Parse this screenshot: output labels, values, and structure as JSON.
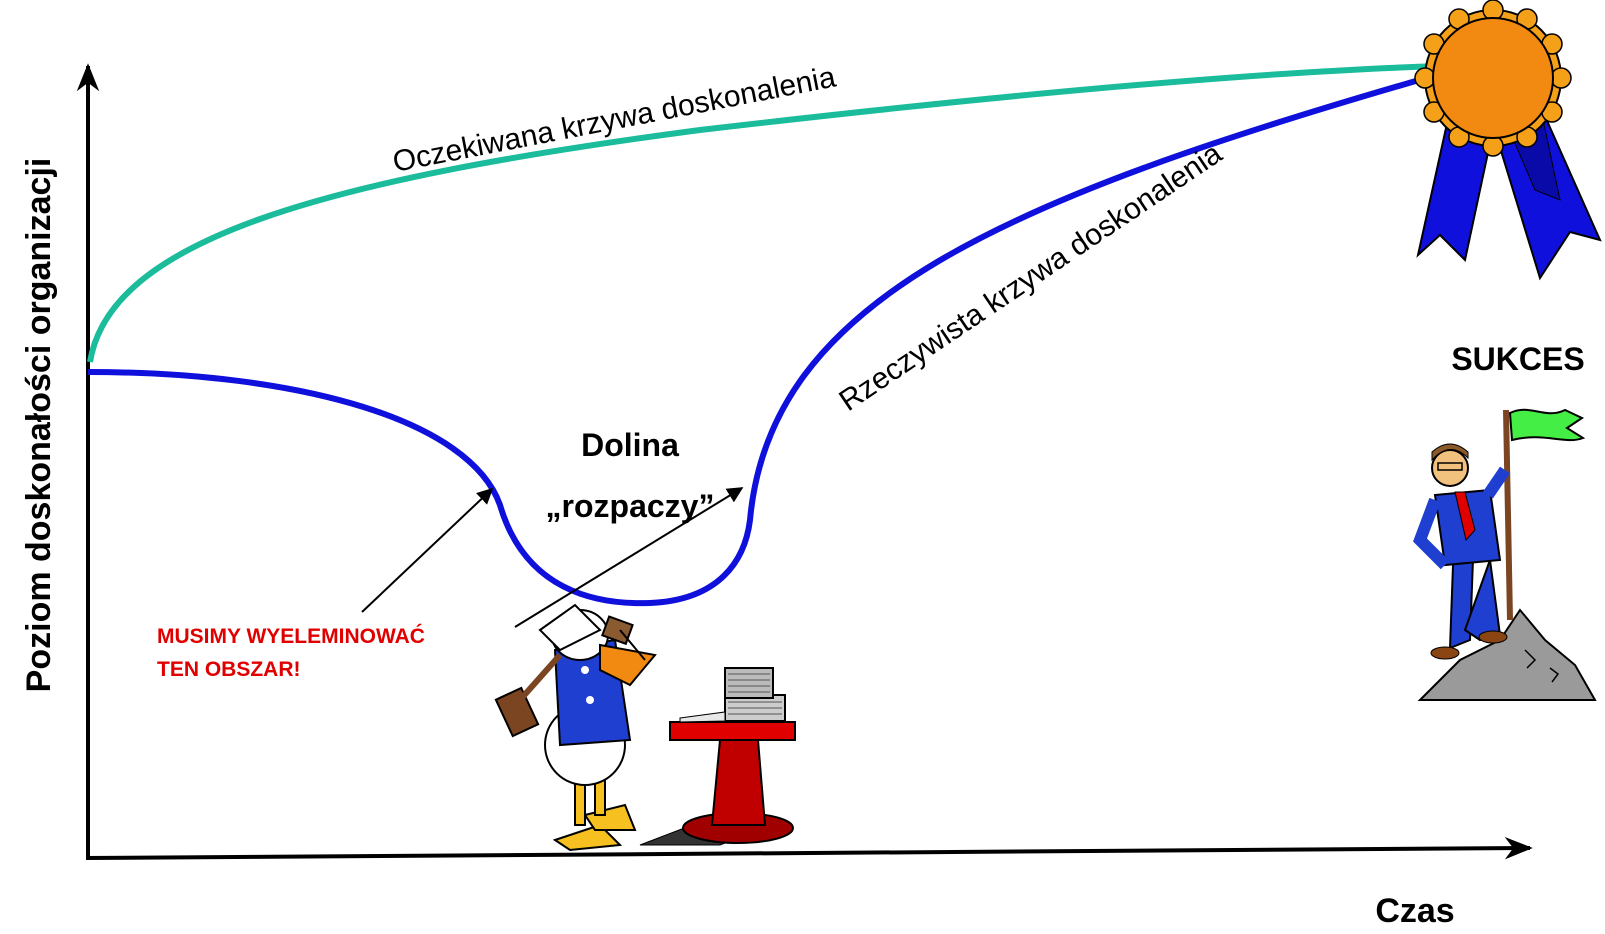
{
  "axes": {
    "y_label": "Poziom doskonałości organizacji",
    "x_label": "Czas"
  },
  "curves": {
    "expected": {
      "label": "Oczekiwana krzywa doskonalenia",
      "color": "#1abc9c"
    },
    "actual": {
      "label": "Rzeczywista krzywa doskonalenia",
      "color": "#1010dd"
    }
  },
  "valley": {
    "line1": "Dolina",
    "line2": "„rozpaczy”"
  },
  "callout": {
    "line1": "MUSIMY WYELEMINOWAĆ",
    "line2": "TEN OBSZAR!",
    "color": "#e00000"
  },
  "success": {
    "label": "SUKCES"
  },
  "icons": [
    "award-ribbon-icon",
    "frustrated-duck-icon",
    "computer-desk-icon",
    "climber-with-flag-icon"
  ]
}
